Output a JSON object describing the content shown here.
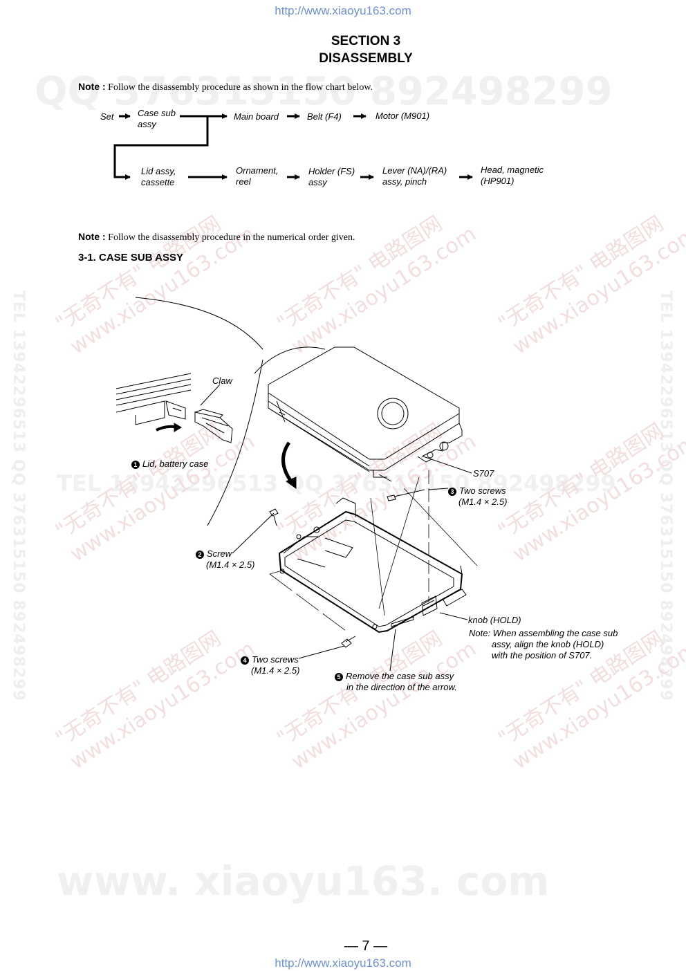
{
  "header_url": "http://www.xiaoyu163.com",
  "footer_url": "http://www.xiaoyu163.com",
  "section_title": "SECTION 3",
  "section_subtitle": "DISASSEMBLY",
  "note1": {
    "label": "Note :",
    "text": " Follow the disassembly procedure as shown in the flow chart below."
  },
  "flow": {
    "set": "Set",
    "case_sub_assy": [
      "Case sub",
      "assy"
    ],
    "main_board": "Main board",
    "belt": "Belt (F4)",
    "motor": "Motor  (M901)",
    "lid_assy": [
      "Lid assy,",
      "cassette"
    ],
    "ornament": [
      "Ornament,",
      "reel"
    ],
    "holder": [
      "Holder (FS)",
      "assy"
    ],
    "lever": [
      "Lever (NA)/(RA)",
      "assy, pinch"
    ],
    "head": [
      "Head, magnetic",
      "(HP901)"
    ]
  },
  "note2": {
    "label": "Note :",
    "text": " Follow the disassembly procedure in the numerical order given."
  },
  "subsection": "3-1. CASE SUB ASSY",
  "labels": {
    "claw": "Claw",
    "step1": {
      "num": "1",
      "text": "Lid, battery case"
    },
    "s707": "S707",
    "step3": {
      "num": "3",
      "text": "Two screws",
      "spec": "(M1.4 × 2.5)"
    },
    "step2": {
      "num": "2",
      "text": "Screw",
      "spec": "(M1.4 × 2.5)"
    },
    "knob": "knob (HOLD)",
    "knob_note": [
      "Note: When assembling the case sub",
      "assy, align the knob (HOLD)",
      "with the position of S707."
    ],
    "step4": {
      "num": "4",
      "text": "Two screws",
      "spec": "(M1.4 × 2.5)"
    },
    "step5": {
      "num": "5",
      "text": "Remove the case sub assy",
      "text2": "in the direction of the arrow."
    }
  },
  "page_number": "— 7 —",
  "watermarks": {
    "qq_top": "QQ 376315150   892498299",
    "tel_mid": "TEL 13942296513   QQ 376315150   892498299",
    "www_bottom": "www. xiaoyu163. com",
    "diag_cn": "\"无奇不有\" 电路图网",
    "diag_url": "www.xiaoyu163.com",
    "vert": "TEL 13942296513  QQ 376315150  892498299"
  }
}
